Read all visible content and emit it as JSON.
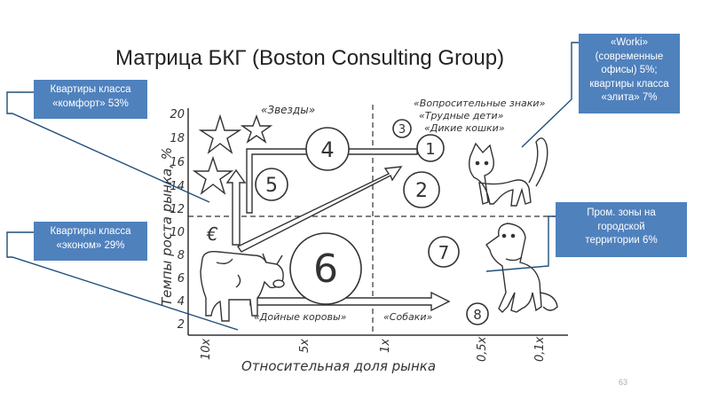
{
  "title": "Матрица БКГ (Boston Consulting Group)",
  "page_number": "63",
  "axes": {
    "y_label": "Темпы роста рынка, %",
    "y_ticks": [
      "20",
      "18",
      "16",
      "14",
      "12",
      "10",
      "8",
      "6",
      "4",
      "2"
    ],
    "x_label": "Относительная доля рынка",
    "x_ticks": [
      "10x",
      "5x",
      "1x",
      "0,5x",
      "0,1x"
    ]
  },
  "quadrants": {
    "stars": "«Звезды»",
    "question": [
      "«Вопросительные знаки»",
      "«Трудные дети»",
      "«Дикие кошки»"
    ],
    "cows": "«Дойные коровы»",
    "dogs": "«Собаки»"
  },
  "circles": [
    "1",
    "2",
    "3",
    "4",
    "5",
    "6",
    "7",
    "8"
  ],
  "currency_symbol": "€",
  "callouts": {
    "comfort": [
      "Квартиры класса",
      "«комфорт» 53%"
    ],
    "econom": [
      "Квартиры класса",
      "«эконом» 29%"
    ],
    "worki": [
      "«Worki»",
      "(современные",
      "офисы) 5%;",
      "квартиры класса",
      "«элита» 7%"
    ],
    "prom": [
      "Пром. зоны на",
      "городской",
      "территории 6%"
    ]
  },
  "colors": {
    "callout_bg": "#4f81bd",
    "callout_text": "#ffffff",
    "line": "#1f4e79"
  }
}
